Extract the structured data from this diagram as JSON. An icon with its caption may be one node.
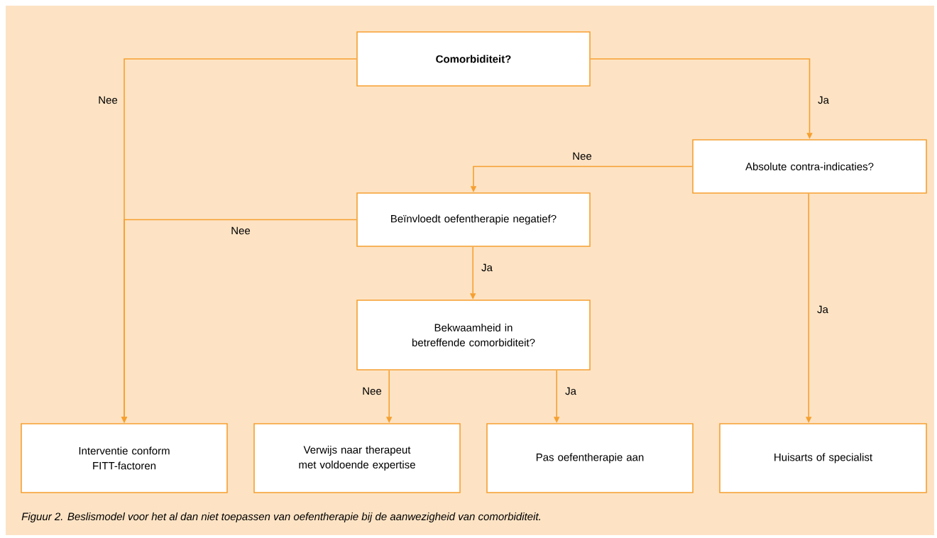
{
  "diagram": {
    "caption": "Figuur 2. Beslismodel voor het al dan niet toepassen van oefentherapie bij de aanwezigheid van comorbiditeit.",
    "nodes": [
      {
        "text": [
          "Comorbiditeit?"
        ]
      },
      {
        "text": [
          "Absolute contra-indicaties?"
        ]
      },
      {
        "text": [
          "Beïnvloedt oefentherapie negatief?"
        ]
      },
      {
        "text": [
          "Bekwaamheid in betreffende comorbiditeit?"
        ]
      },
      {
        "text": [
          "Interventie conform FITT-factoren"
        ]
      },
      {
        "text": [
          "Verwijs naar therapeut met voldoende expertise"
        ]
      },
      {
        "text": [
          "Pas oefentherapie aan"
        ]
      },
      {
        "text": [
          "Huisarts of specialist"
        ]
      }
    ],
    "edges": [
      {
        "from": 0,
        "to": 4,
        "arrow": "to",
        "label": "Nee"
      },
      {
        "from": 0,
        "to": 1,
        "arrow": "to",
        "label": "Ja"
      },
      {
        "from": 1,
        "to": 2,
        "arrow": "to",
        "label": "Nee"
      },
      {
        "from": 2,
        "to": 4,
        "arrow": "to",
        "label": "Nee"
      },
      {
        "from": 2,
        "to": 3,
        "arrow": "to",
        "label": "Ja"
      },
      {
        "from": 3,
        "to": 5,
        "arrow": "to",
        "label": "Nee"
      },
      {
        "from": 3,
        "to": 6,
        "arrow": "to",
        "label": "Ja"
      },
      {
        "from": 1,
        "to": 7,
        "arrow": "to",
        "label": "Ja"
      }
    ]
  }
}
